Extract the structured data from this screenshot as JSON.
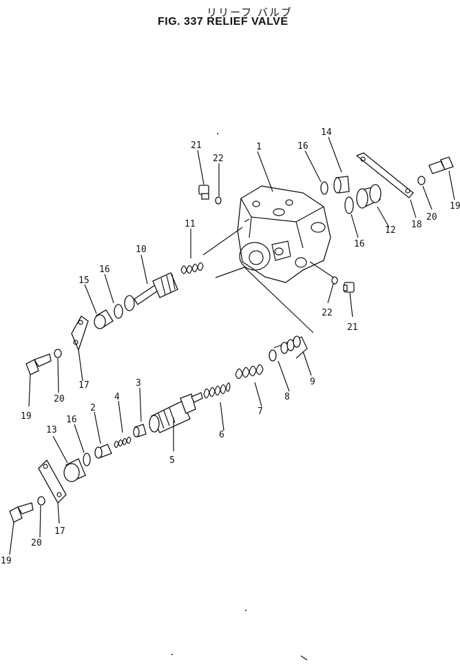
{
  "figure": {
    "title_jp": "リリーフ バルブ",
    "title_en": "FIG. 337  RELIEF  VALVE"
  },
  "callouts": [
    "1",
    "2",
    "3",
    "4",
    "5",
    "6",
    "7",
    "8",
    "9",
    "10",
    "11",
    "12",
    "13",
    "14",
    "15",
    "16",
    "17",
    "18",
    "19",
    "20",
    "21",
    "22"
  ]
}
